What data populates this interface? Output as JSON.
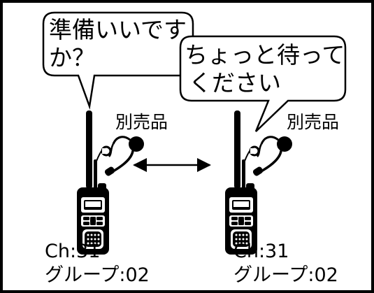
{
  "bubble_left": {
    "line1": "準備いいです",
    "line2": "か？"
  },
  "bubble_right": {
    "line1": "ちょっと待って",
    "line2": "ください"
  },
  "radio_left": {
    "accessory_label": "別売品",
    "channel": "Ch:31",
    "group": "グループ:02"
  },
  "radio_right": {
    "accessory_label": "別売品",
    "channel": "Ch:31",
    "group": "グループ:02"
  },
  "colors": {
    "ink": "#000000",
    "background": "#ffffff"
  }
}
